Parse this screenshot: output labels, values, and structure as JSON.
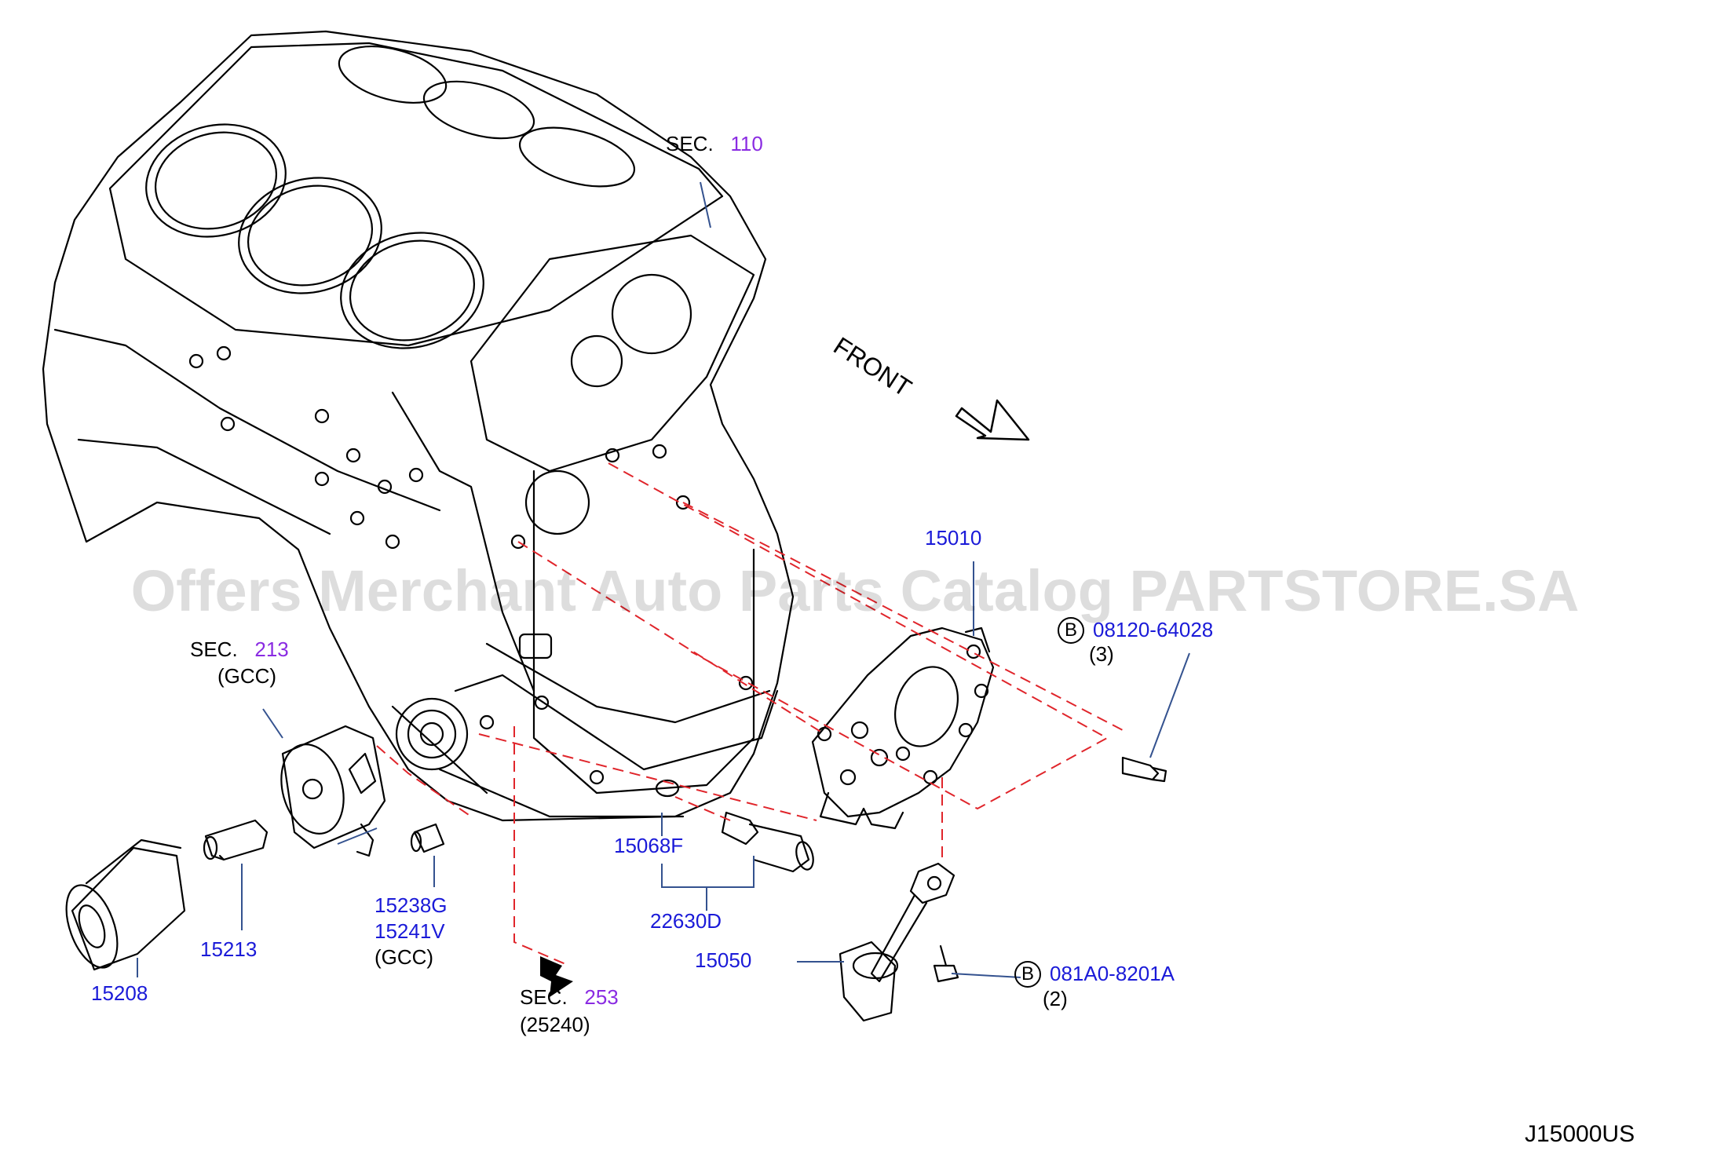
{
  "watermark": "Offers Merchant Auto Parts Catalog PARTSTORE.SA",
  "diagram_code": "J15000US",
  "front_label": "FRONT",
  "sections": [
    {
      "prefix": "SEC.",
      "number": "110"
    },
    {
      "prefix": "SEC.",
      "number": "213",
      "note": "(GCC)"
    },
    {
      "prefix": "SEC.",
      "number": "253",
      "note": "(25240)"
    }
  ],
  "parts": {
    "oil_pump": "15010",
    "bolt_b1": "08120-64028",
    "bolt_b1_qty": "(3)",
    "bolt_b2": "081A0-8201A",
    "bolt_b2_qty": "(2)",
    "strainer": "15050",
    "o_ring": "15068F",
    "sensor": "22630D",
    "cooler_a": "15238G",
    "cooler_b": "15241V",
    "cooler_note": "(GCC)",
    "connector": "15213",
    "oil_filter": "15208"
  },
  "bolt_marker": "B",
  "colors": {
    "part_number": "#1a1ad8",
    "section_number": "#8a2be2",
    "dashed_lines": "#e0252b"
  }
}
